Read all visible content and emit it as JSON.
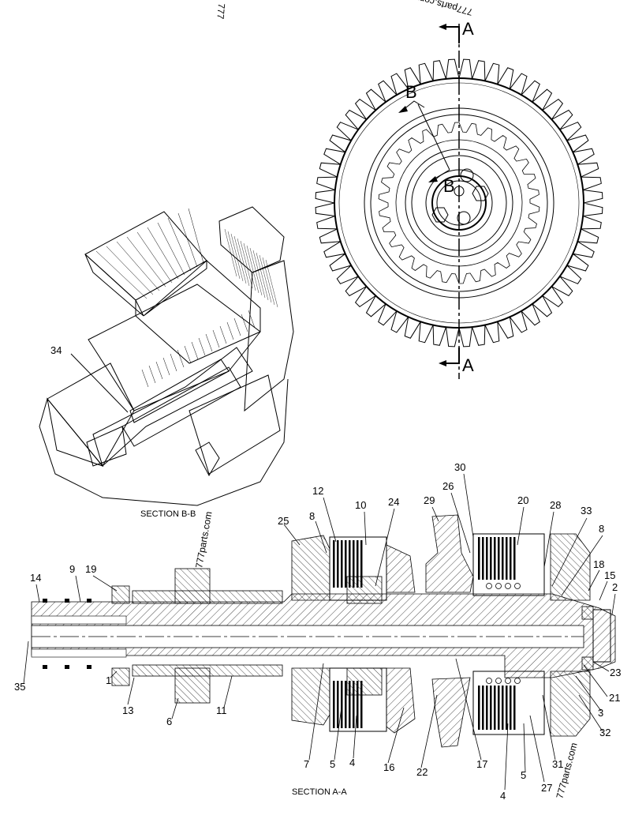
{
  "watermarks": [
    "777parts.com",
    "777parts.com",
    "777parts.com",
    "777"
  ],
  "section_arrows": {
    "a_top": "A",
    "a_bottom": "A",
    "b_upper": "B",
    "b_lower": "B"
  },
  "captions": {
    "section_bb": "SECTION B-B",
    "section_aa": "SECTION A-A"
  },
  "callouts": {
    "c34": "34",
    "c25": "25",
    "c8a": "8",
    "c12": "12",
    "c10": "10",
    "c24": "24",
    "c29": "29",
    "c30": "30",
    "c26": "26",
    "c20": "20",
    "c28": "28",
    "c33": "33",
    "c8b": "8",
    "c18": "18",
    "c15": "15",
    "c2": "2",
    "c14": "14",
    "c9": "9",
    "c19": "19",
    "c23": "23",
    "c21": "21",
    "c3": "3",
    "c32": "32",
    "c35": "35",
    "c1": "1",
    "c13": "13",
    "c6": "6",
    "c11": "11",
    "c7": "7",
    "c5a": "5",
    "c4a": "4",
    "c16": "16",
    "c22": "22",
    "c17": "17",
    "c5b": "5",
    "c31": "31",
    "c27": "27",
    "c4b": "4"
  }
}
